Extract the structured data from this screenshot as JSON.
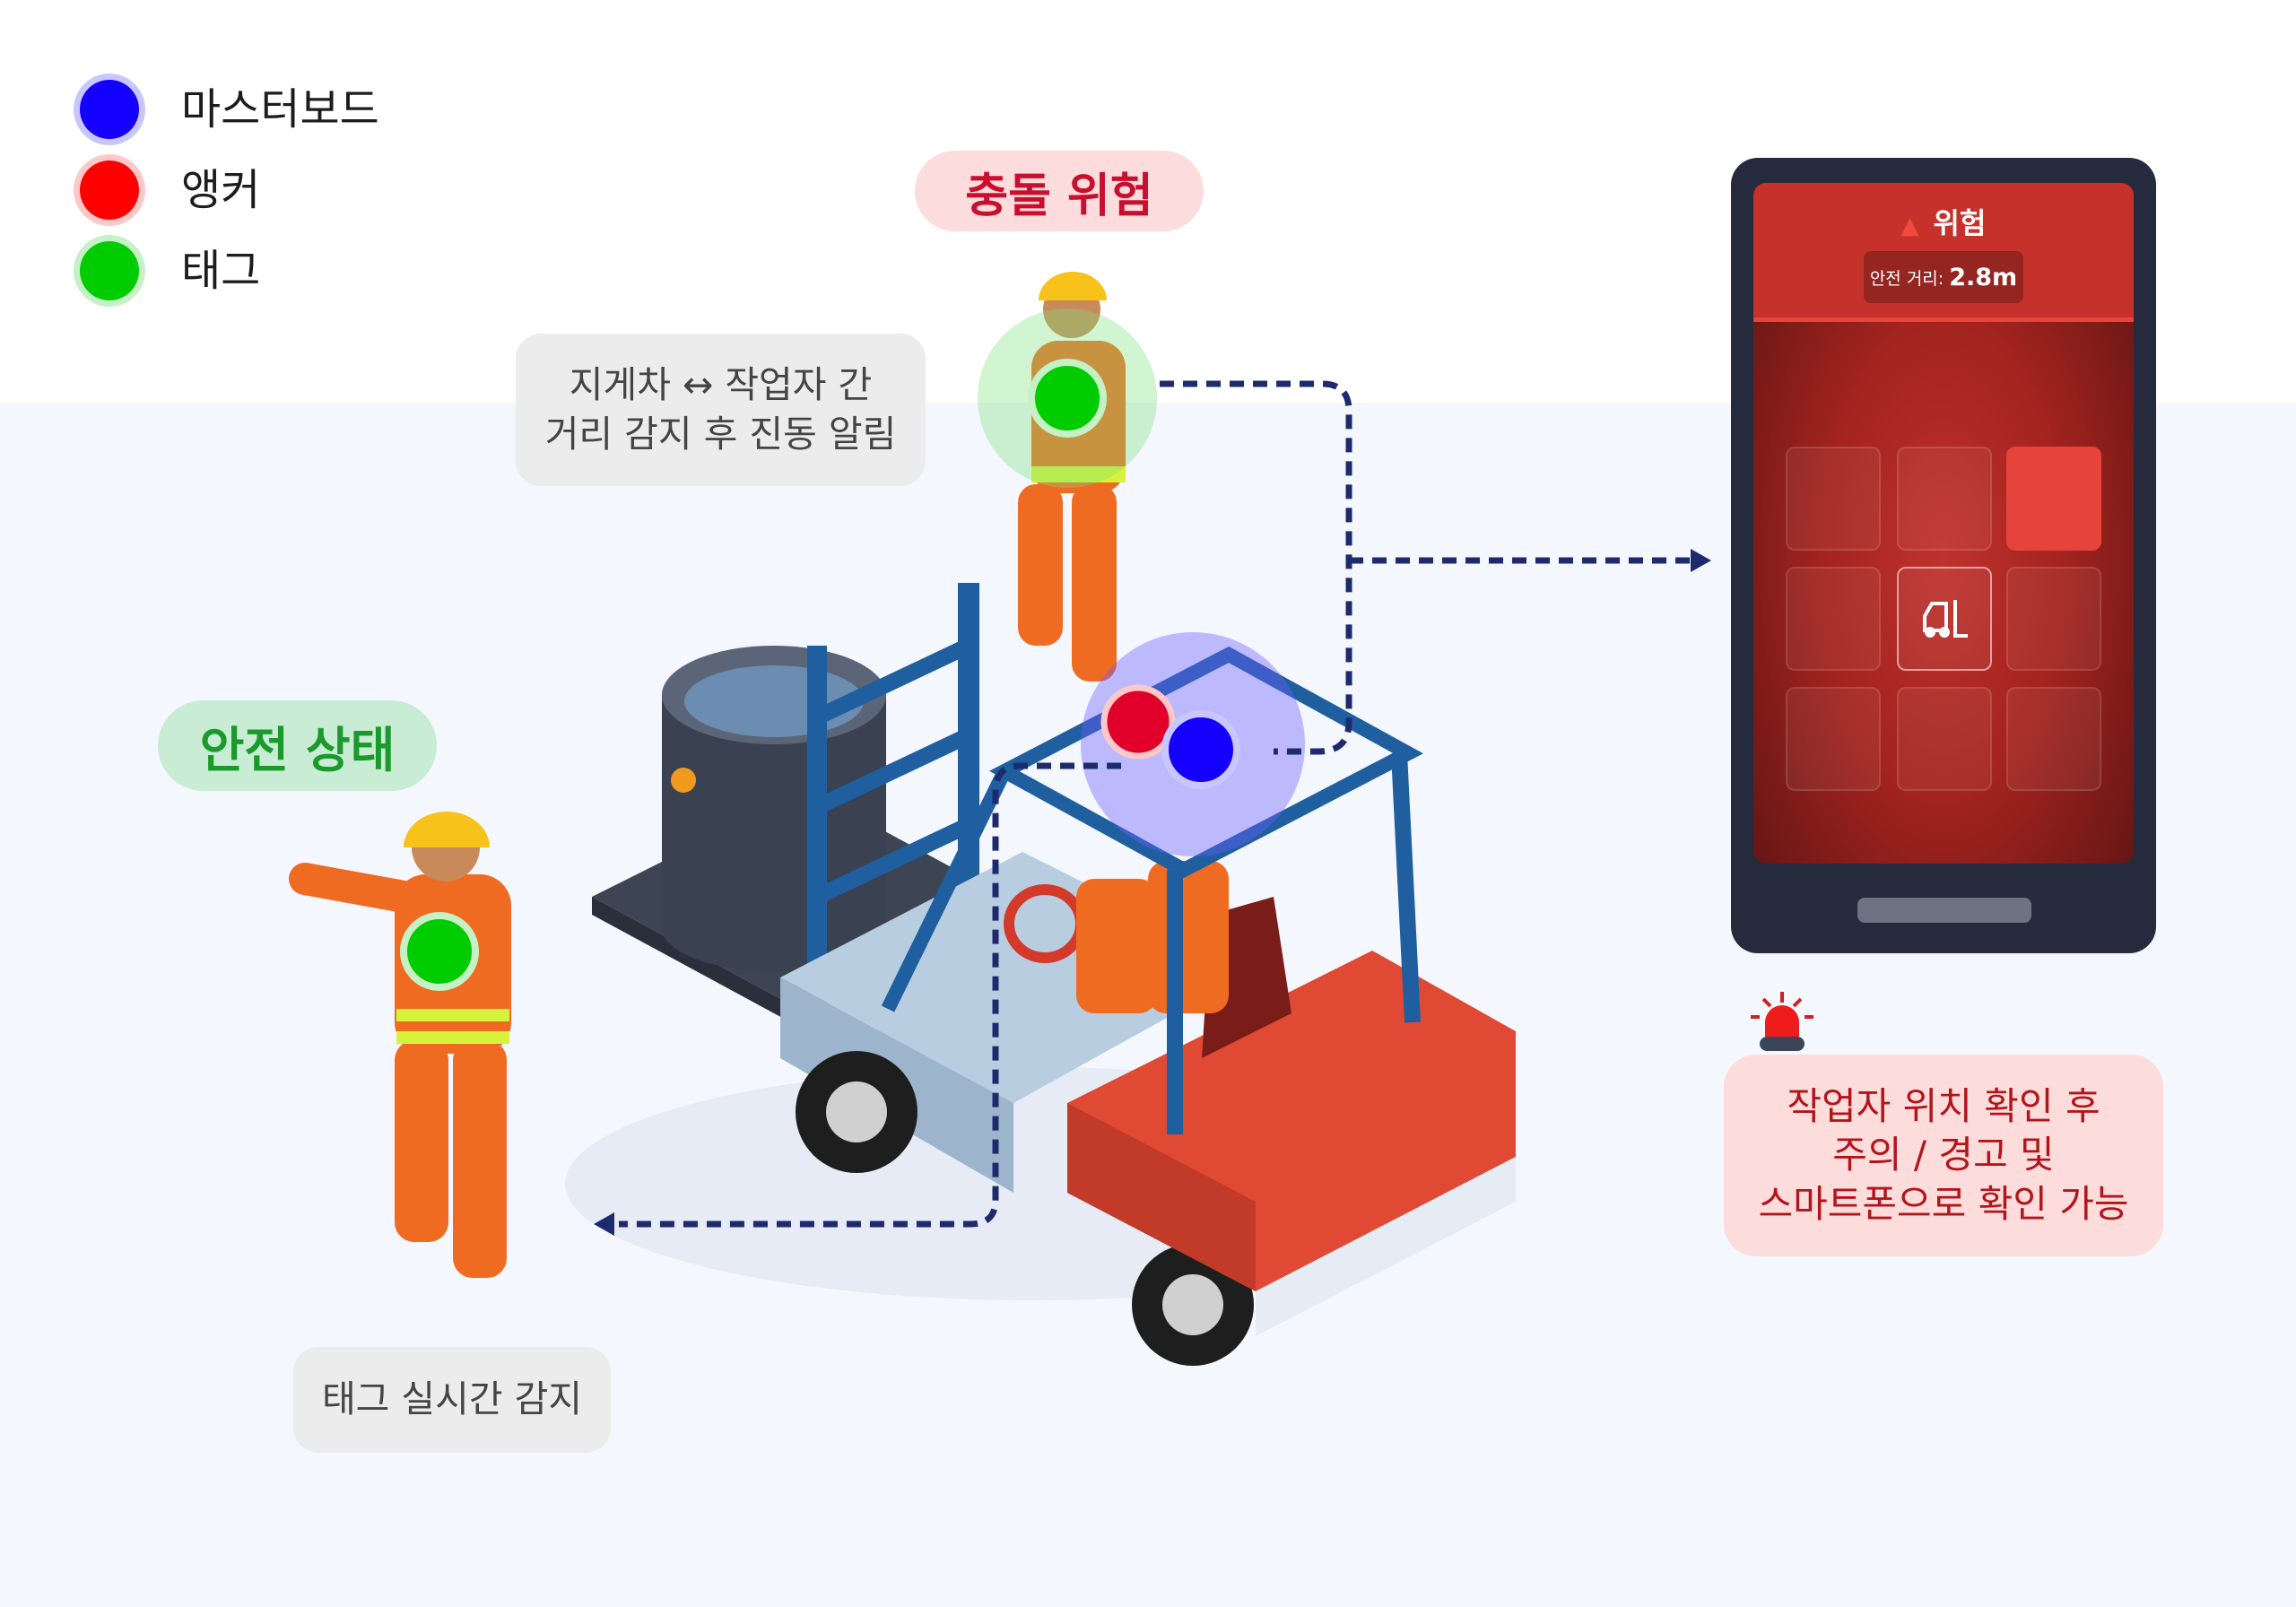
{
  "legend": [
    {
      "label": "마스터보드",
      "color": "#1400ff"
    },
    {
      "label": "앵커",
      "color": "#ff0000"
    },
    {
      "label": "태그",
      "color": "#00cc00"
    }
  ],
  "labels": {
    "collision_risk": "충돌 위험",
    "safe_state": "안전 상태",
    "distance_detect": [
      "지게차 ↔ 작업자 간",
      "거리 감지 후 진동 알림"
    ],
    "tag_realtime": "태그 실시간 감지",
    "alert_info": [
      "작업자 위치 확인 후",
      "주의 / 경고 및",
      "스마트폰으로 확인 가능"
    ]
  },
  "phone": {
    "title": "위험",
    "distance_label": "안전 거리:",
    "distance_value": "2.8m",
    "warning_icon": "warning-triangle-icon",
    "center_icon": "forklift-icon"
  },
  "colors": {
    "danger": "#c8102e",
    "safe": "#1a9a2a",
    "dash": "#1e2a6e"
  }
}
